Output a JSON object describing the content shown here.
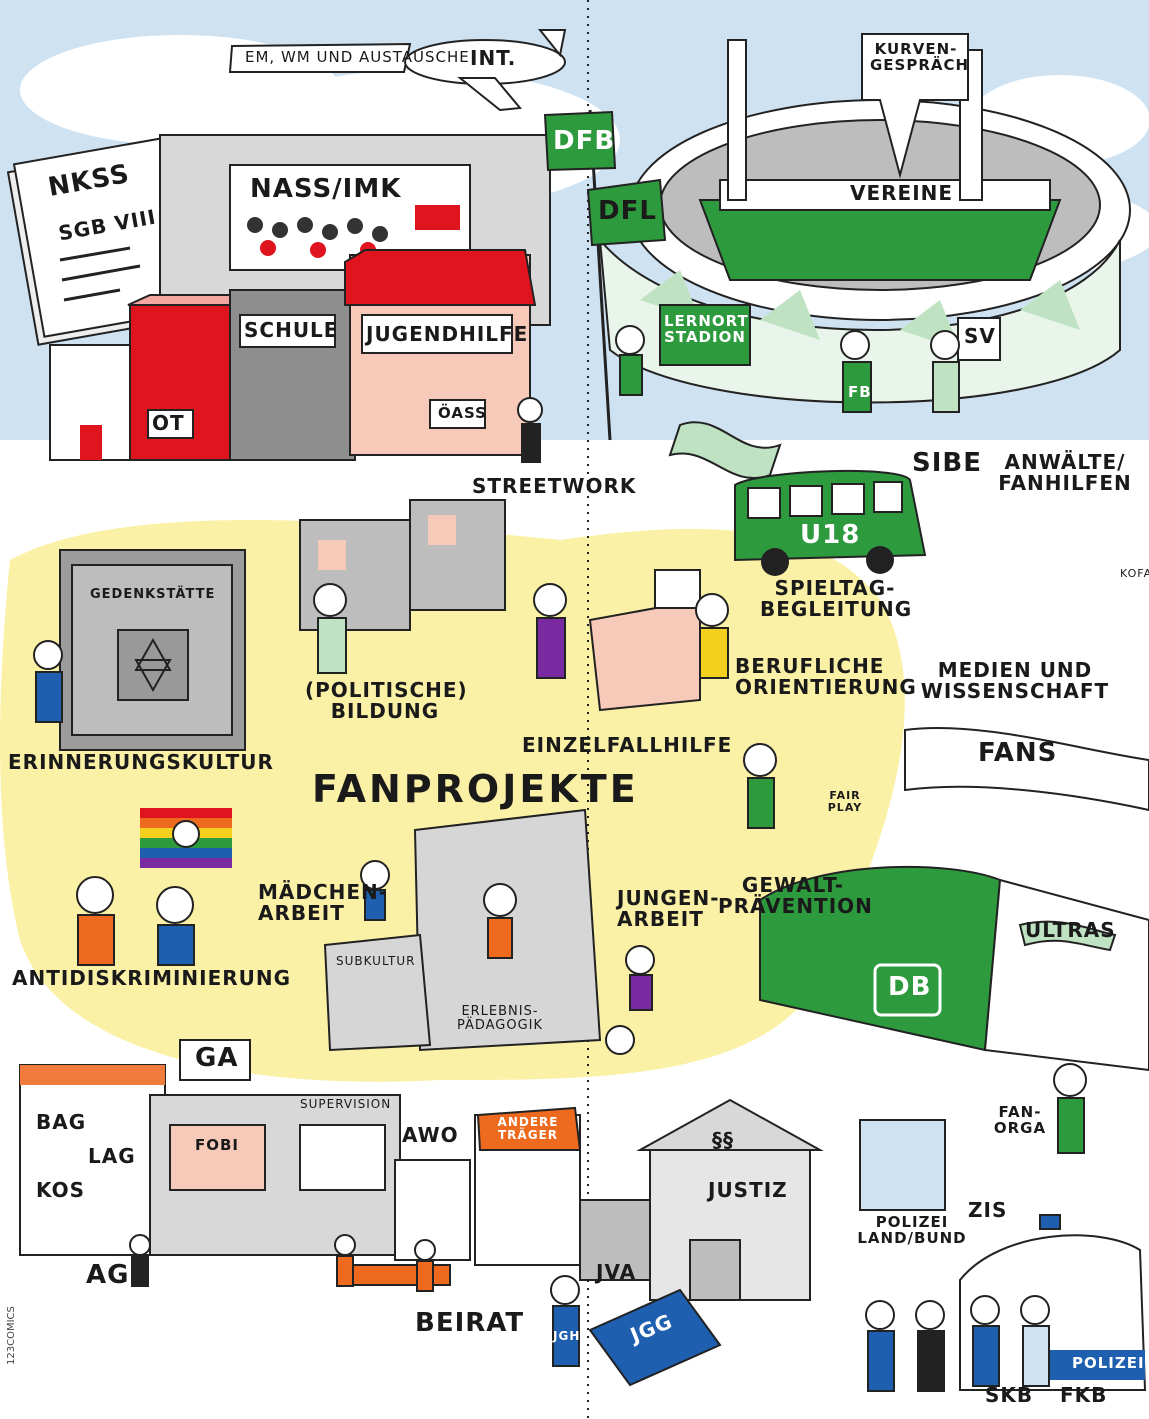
{
  "title": "FANPROJEKTE",
  "credit": "123COMICS",
  "colors": {
    "green": "#2e9a3e",
    "light_green": "#bfe3c2",
    "red": "#e0141e",
    "blue": "#1e5fb0",
    "orange": "#ee6a1e",
    "yellow": "#fbf1a6",
    "sky": "#cfe2f1",
    "gray": "#c9c9c9"
  },
  "banner": {
    "ribbon": "EM, WM UND AUSTAUSCHE",
    "plane": "INT."
  },
  "top_left": {
    "document": "NKSS",
    "document_sub": "SGB VIII",
    "ministry": "NASS/IMK",
    "buildings": [
      "OT",
      "SCHULE",
      "JUGENDHILFE",
      "ÖASS"
    ],
    "streetwork": "STREETWORK"
  },
  "top_right": {
    "flag_dfb": "DFB",
    "flag_dfl": "DFL",
    "speech": "KURVEN-GESPRÄCH",
    "stadium_band": "VEREINE",
    "lernort": "LERNORT STADION",
    "shirt": "FB",
    "sign_sv": "SV",
    "sibe": "SIBE",
    "anwaelte": "ANWÄLTE/ FANHILFEN"
  },
  "middle": {
    "bus": "U18",
    "spieltag": "SPIELTAG-BEGLEITUNG",
    "medien": "MEDIEN UND WISSENSCHAFT",
    "kofas": "KOFAS",
    "gedenk_sign": "GEDENKSTÄTTE",
    "erinnerung": "ERINNERUNGSKULTUR",
    "bildung": "(POLITISCHE) BILDUNG",
    "einzelfall": "EINZELFALLHILFE",
    "beruf": "BERUFLICHE ORIENTIERUNG",
    "fans": "FANS",
    "fairplay": "FAIR PLAY",
    "gewalt": "GEWALT-PRÄVENTION",
    "antidisk": "ANTIDISKRIMINIERUNG",
    "maedchen": "MÄDCHEN-ARBEIT",
    "jungen": "JUNGEN-ARBEIT",
    "subkultur": "SUBKULTUR",
    "erlebnis": "ERLEBNIS-PÄDAGOGIK",
    "ultras": "ULTRAS",
    "db": "DB",
    "fanorga": "FAN-ORGA"
  },
  "bottom": {
    "ga": "GA",
    "bag": "BAG",
    "lag": "LAG",
    "kos": "KOS",
    "fobi": "FOBI",
    "supervision": "SUPERVISION",
    "awo": "AWO",
    "andere": "ANDERE TRÄGER",
    "ag": "AG",
    "beirat": "BEIRAT",
    "justiz": "JUSTIZ",
    "paragraph": "§§",
    "jva": "JVA",
    "jgh": "JGH",
    "jgg": "JGG",
    "polizei": "POLIZEI LAND/BUND",
    "zis": "ZIS",
    "polizei_car": "POLIZEI",
    "skb": "SKB",
    "fkb": "FKB"
  }
}
